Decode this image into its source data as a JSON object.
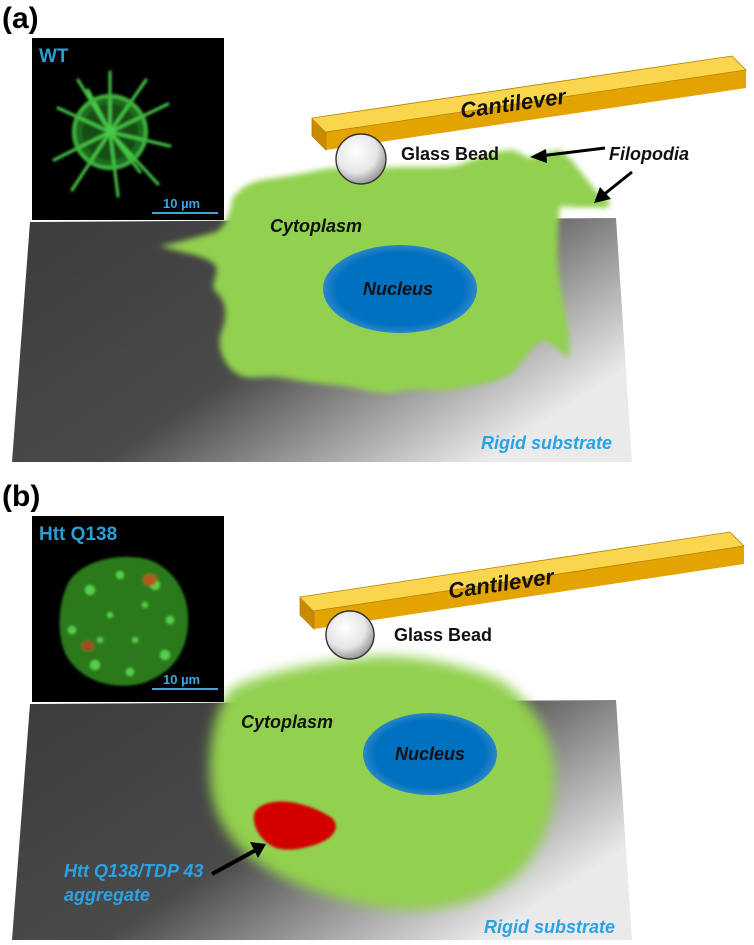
{
  "panel_a": {
    "label": "(a)",
    "micrograph": {
      "title": "WT",
      "scale_bar": "10 µm"
    },
    "cantilever": "Cantilever",
    "bead": "Glass Bead",
    "filopodia": "Filopodia",
    "cytoplasm": "Cytoplasm",
    "nucleus": "Nucleus",
    "substrate": "Rigid substrate"
  },
  "panel_b": {
    "label": "(b)",
    "micrograph": {
      "title": "Htt Q138",
      "scale_bar": "10 µm"
    },
    "cantilever": "Cantilever",
    "bead": "Glass Bead",
    "cytoplasm": "Cytoplasm",
    "nucleus": "Nucleus",
    "aggregate_line1": "Htt Q138/TDP 43",
    "aggregate_line2": "aggregate",
    "substrate": "Rigid substrate"
  },
  "colors": {
    "cytoplasm": "#92d050",
    "nucleus": "#0070c0",
    "cantilever": "#f5b90f",
    "aggregate": "#d40000",
    "label_blue": "#2aa3e6"
  }
}
